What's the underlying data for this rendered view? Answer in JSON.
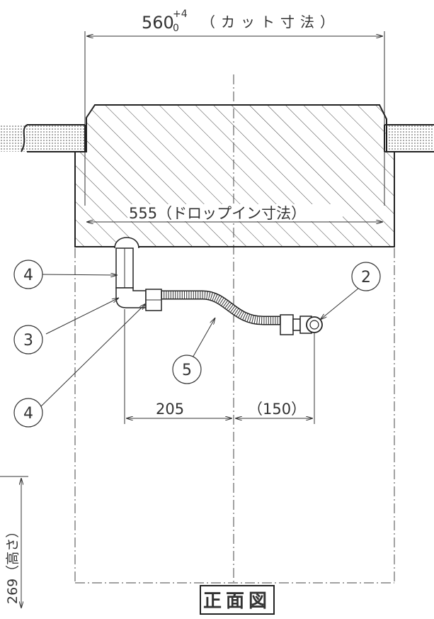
{
  "drawing": {
    "title": "正面図",
    "dimensions": {
      "cut_width": {
        "nominal": "560",
        "tol_upper": "+4",
        "tol_lower": "0",
        "label": "（カット寸法）"
      },
      "drop_in_width": {
        "value": "555",
        "label": "（ドロップイン寸法）"
      },
      "left_offset": "205",
      "right_offset": "（150）",
      "height": "269（高さ）"
    },
    "callouts": [
      "4",
      "3",
      "4",
      "5",
      "2"
    ]
  }
}
